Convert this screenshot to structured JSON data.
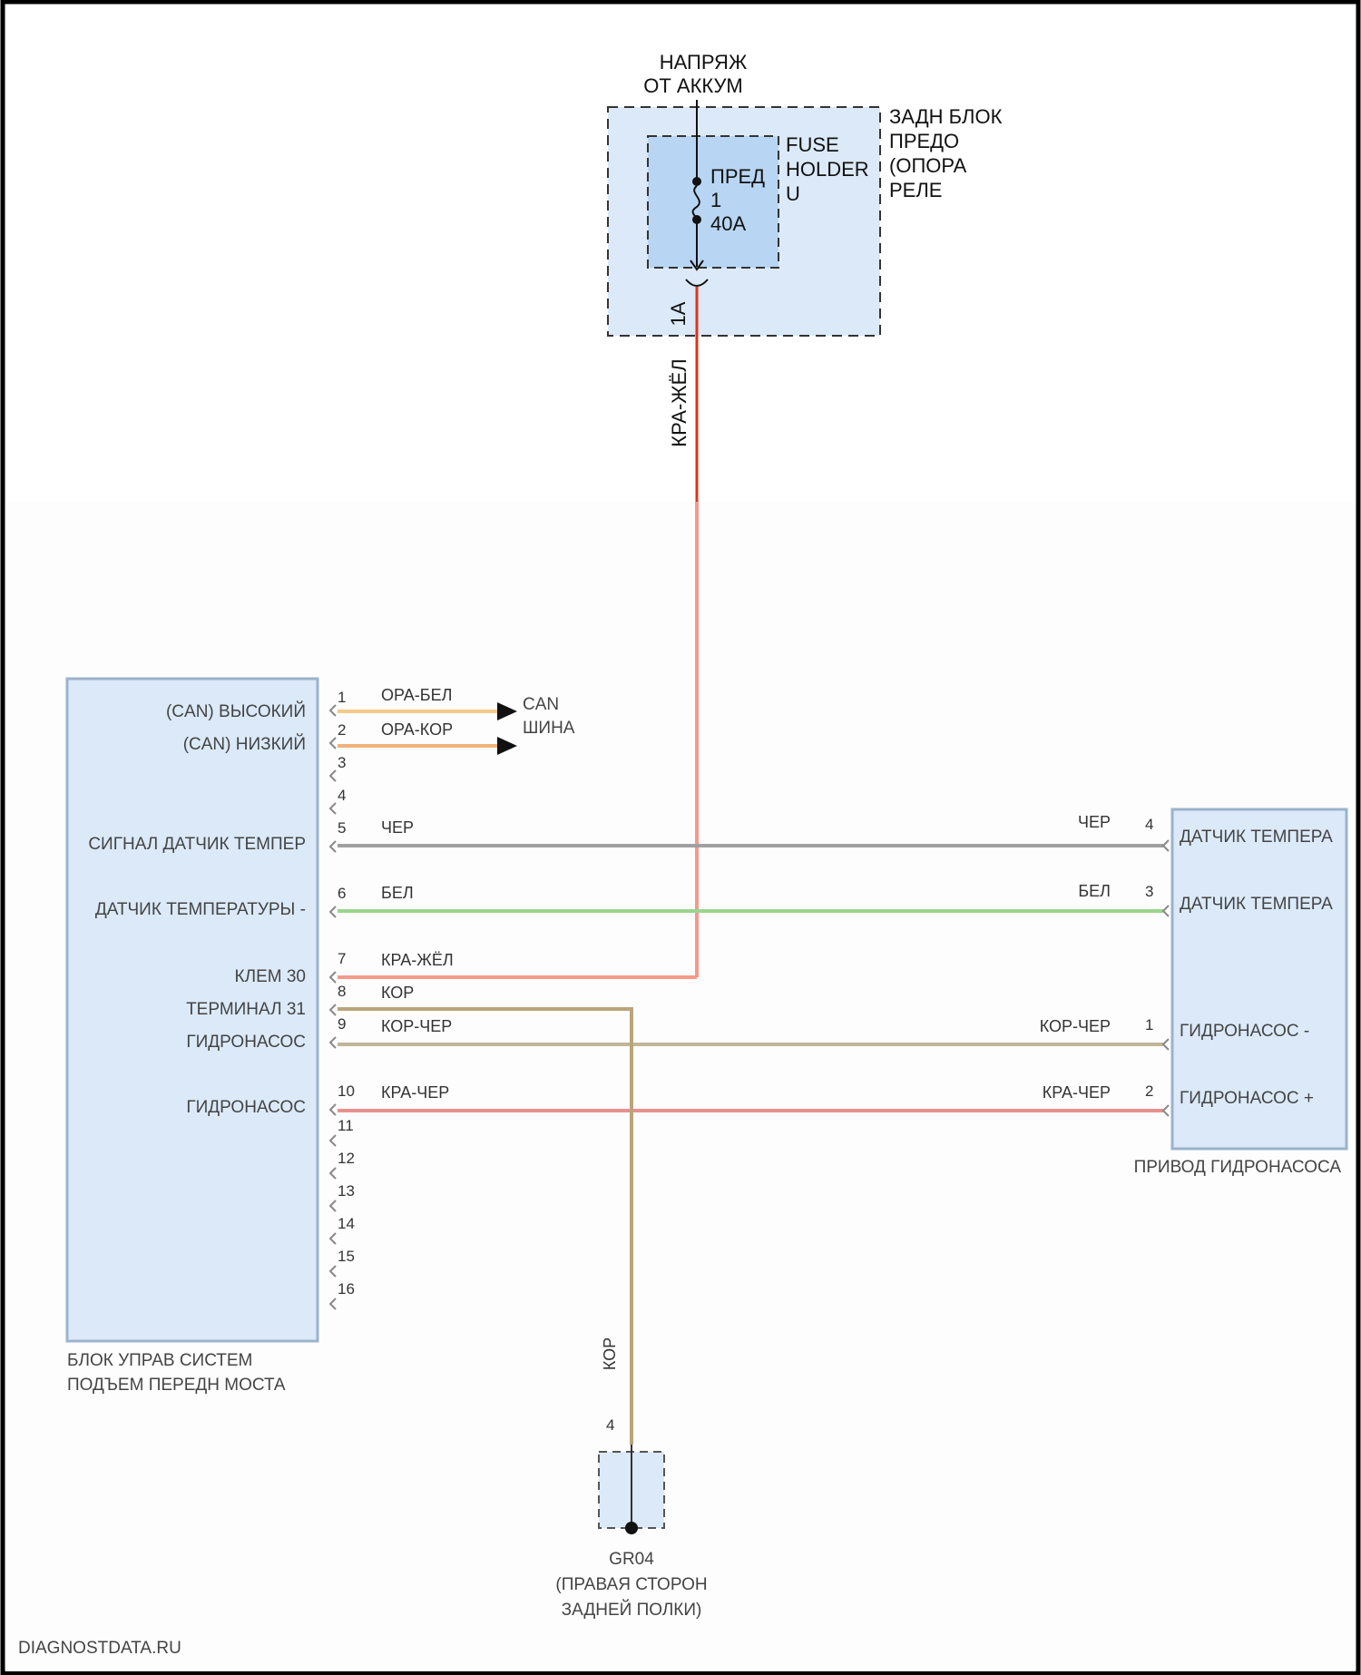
{
  "top_block": {
    "supply_line1": "НАПРЯЖ",
    "supply_line2": "ОТ АККУМ",
    "outer_box_lines": [
      "ЗАДН БЛОК",
      "ПРЕДО",
      "(ОПОРА",
      "РЕЛЕ"
    ],
    "inner_box_lines": [
      "FUSE",
      "HOLDER",
      "U"
    ],
    "fuse_lines": [
      "ПРЕД",
      "1",
      "40A"
    ],
    "connector_pin": "1A",
    "wire_color_label": "КРА-ЖЁЛ"
  },
  "ecu": {
    "name_lines": [
      "БЛОК УПРАВ СИСТЕМ",
      "ПОДЪЕМ ПЕРЕДН МОСТА"
    ],
    "pins": [
      {
        "num": "1",
        "label": "(CAN) ВЫСОКИЙ",
        "wire": "ОРА-БЕЛ"
      },
      {
        "num": "2",
        "label": "(CAN) НИЗКИЙ",
        "wire": "ОРА-КОР"
      },
      {
        "num": "3",
        "label": "",
        "wire": ""
      },
      {
        "num": "4",
        "label": "",
        "wire": ""
      },
      {
        "num": "5",
        "label": "СИГНАЛ ДАТЧИК ТЕМПЕР",
        "wire": "ЧЕР"
      },
      {
        "num": "6",
        "label": "ДАТЧИК ТЕМПЕРАТУРЫ -",
        "wire": "БЕЛ"
      },
      {
        "num": "7",
        "label": "КЛЕМ 30",
        "wire": "КРА-ЖЁЛ"
      },
      {
        "num": "8",
        "label": "ТЕРМИНАЛ 31",
        "wire": "КОР"
      },
      {
        "num": "9",
        "label": "ГИДРОНАСОС",
        "wire": "КОР-ЧЕР"
      },
      {
        "num": "10",
        "label": "ГИДРОНАСОС",
        "wire": "КРА-ЧЕР"
      },
      {
        "num": "11",
        "label": "",
        "wire": ""
      },
      {
        "num": "12",
        "label": "",
        "wire": ""
      },
      {
        "num": "13",
        "label": "",
        "wire": ""
      },
      {
        "num": "14",
        "label": "",
        "wire": ""
      },
      {
        "num": "15",
        "label": "",
        "wire": ""
      },
      {
        "num": "16",
        "label": "",
        "wire": ""
      }
    ]
  },
  "can_bus": {
    "line1": "CAN",
    "line2": "ШИНА"
  },
  "pump": {
    "name": "ПРИВОД ГИДРОНАСОСА",
    "pins": [
      {
        "num": "4",
        "wire": "ЧЕР",
        "label": "ДАТЧИК ТЕМПЕРА"
      },
      {
        "num": "3",
        "wire": "БЕЛ",
        "label": "ДАТЧИК ТЕМПЕРА"
      },
      {
        "num": "1",
        "wire": "КОР-ЧЕР",
        "label": "ГИДРОНАСОС -"
      },
      {
        "num": "2",
        "wire": "КРА-ЧЕР",
        "label": "ГИДРОНАСОС +"
      }
    ]
  },
  "ground": {
    "wire": "КОР",
    "pin": "4",
    "name_lines": [
      "GR04",
      "(ПРАВАЯ СТОРОН",
      "ЗАДНЕЙ ПОЛКИ)"
    ]
  },
  "watermark": "DIAGNOSTDATA.RU",
  "colors": {
    "box_fill": "#dbe9f8",
    "inner_fill": "#b8d6f3",
    "red_yellow": "#d9361a",
    "red_yellow_light": "#f59a8b",
    "orange_white": "#f5c98b",
    "orange_brown": "#f1b27a",
    "black_wire": "#a0a0a0",
    "white_wire": "#9ad58d",
    "brown_black": "#c2b69a",
    "red_black": "#e98f8f",
    "brown_ground": "#b9a57a"
  }
}
